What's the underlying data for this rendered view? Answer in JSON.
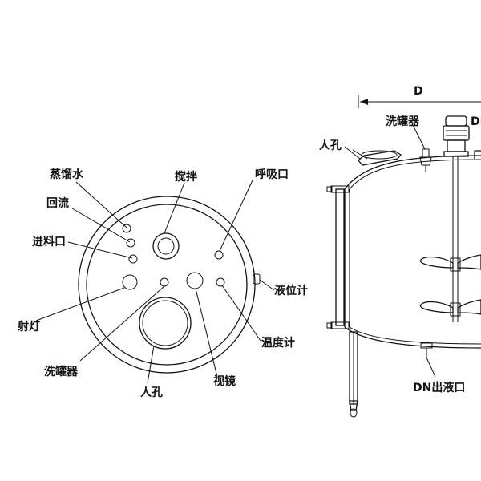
{
  "top_view": {
    "labels": {
      "steam_distilled_water": "蒸馏水",
      "reflux": "回流",
      "feed_inlet": "进料口",
      "stirring": "搅拌",
      "breather": "呼吸口",
      "level_gauge": "液位计",
      "temperature_gauge": "温度计",
      "sight_glass": "视镜",
      "manhole": "人孔",
      "tank_washer": "洗罐器",
      "lamp": "射灯"
    }
  },
  "side_view": {
    "labels": {
      "diameter": "D",
      "manhole": "人孔",
      "tank_washer": "洗罐器",
      "dn_cut": "DN",
      "outlet": "DN出液口"
    }
  }
}
